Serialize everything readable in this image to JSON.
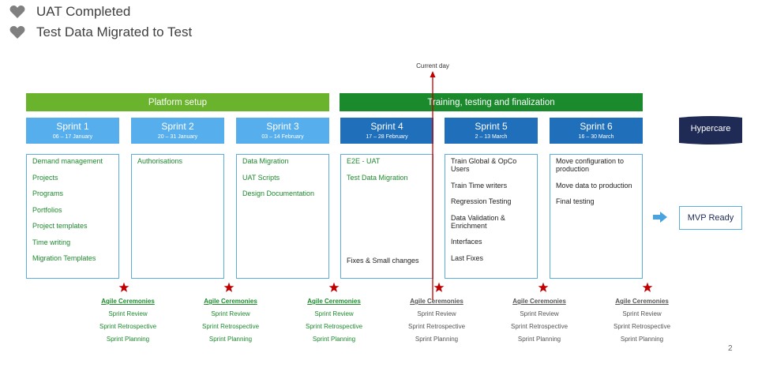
{
  "legend": [
    {
      "label": "UAT Completed",
      "icon": "heart-icon"
    },
    {
      "label": "Test Data Migrated to Test",
      "icon": "heart-icon"
    }
  ],
  "current_day_label": "Current day",
  "phases": [
    {
      "label": "Platform setup",
      "color": "#6ab42d"
    },
    {
      "label": "Training, testing and finalization",
      "color": "#1a8a2c"
    }
  ],
  "sprints": [
    {
      "title": "Sprint 1",
      "dates": "06 – 17 January",
      "color": "#57aeec",
      "items": [
        "Demand management",
        "Projects",
        "Programs",
        "Portfolios",
        "Project templates",
        "Time writing",
        "Migration Templates"
      ]
    },
    {
      "title": "Sprint 2",
      "dates": "20 – 31 January",
      "color": "#57aeec",
      "items": [
        "Authorisations"
      ]
    },
    {
      "title": "Sprint 3",
      "dates": "03 – 14 February",
      "color": "#57aeec",
      "items": [
        "Data Migration",
        "UAT Scripts",
        "Design Documentation"
      ]
    },
    {
      "title": "Sprint 4",
      "dates": "17 – 28 February",
      "color": "#1f6fba",
      "items": [
        "E2E - UAT",
        "Test Data Migration",
        "Fixes & Small changes"
      ]
    },
    {
      "title": "Sprint 5",
      "dates": "2 – 13 March",
      "color": "#1f6fba",
      "items": [
        "Train Global & OpCo Users",
        "Train Time writers",
        "Regression  Testing",
        "Data Validation & Enrichment",
        "Interfaces",
        "Last Fixes"
      ]
    },
    {
      "title": "Sprint 6",
      "dates": "16 – 30 March",
      "color": "#1f6fba",
      "items": [
        "Move configuration to production",
        "Move data to production",
        "Final testing"
      ]
    }
  ],
  "ceremonies": {
    "heading": "Agile Ceremonies",
    "items": [
      "Sprint Review",
      "Sprint Retrospective",
      "Sprint Planning"
    ]
  },
  "hypercare_label": "Hypercare",
  "mvp_label": "MVP Ready",
  "page_number": "2",
  "colors": {
    "light_blue": "#57aeec",
    "dark_blue": "#1f6fba",
    "navy": "#1f2a55",
    "star_red": "#c00000",
    "marker_red": "#c00000",
    "arrow_blue": "#4aa3df"
  }
}
